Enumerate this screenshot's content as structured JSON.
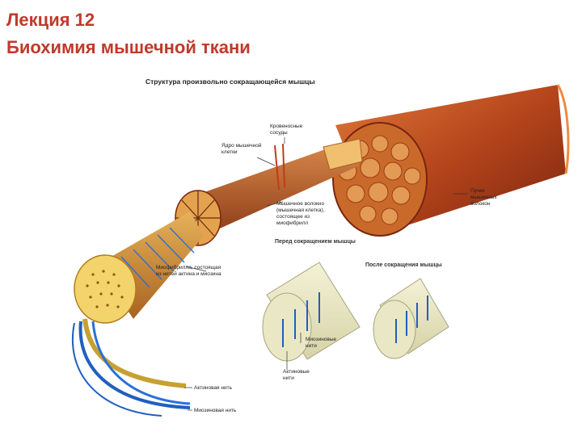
{
  "header": {
    "line1": "Лекция 12",
    "line2": "Биохимия мышечной ткани"
  },
  "figure": {
    "caption": "Структура произвольно сокращающейся мышцы",
    "before_caption": "Перед сокращением мышцы",
    "after_caption": "После сокращения мышцы",
    "labels": {
      "blood_vessels": [
        "Кровеносные",
        "сосуды"
      ],
      "nucleus": [
        "Ядро мышечной",
        "клетки"
      ],
      "bundle": [
        "Пучки",
        "мышечных",
        "волокон"
      ],
      "fiber": [
        "Мышечное волокно",
        "(мышечная клетка),",
        "состоящее из",
        "миофибрилл"
      ],
      "myofibril": [
        "Миофибрилла, состоящая",
        "из нитей актина и миозина"
      ],
      "myosin_filaments": [
        "Миозиновые",
        "нити"
      ],
      "actin_filaments": [
        "Актиновые",
        "нити"
      ],
      "actin_thread": "Актиновая нить",
      "myosin_thread": "Миозиновая нить"
    }
  },
  "colors": {
    "title": "#c0392b",
    "muscle": "#b5451b",
    "myofibril": "#f3d36b",
    "filament": "#1f5fbf"
  }
}
